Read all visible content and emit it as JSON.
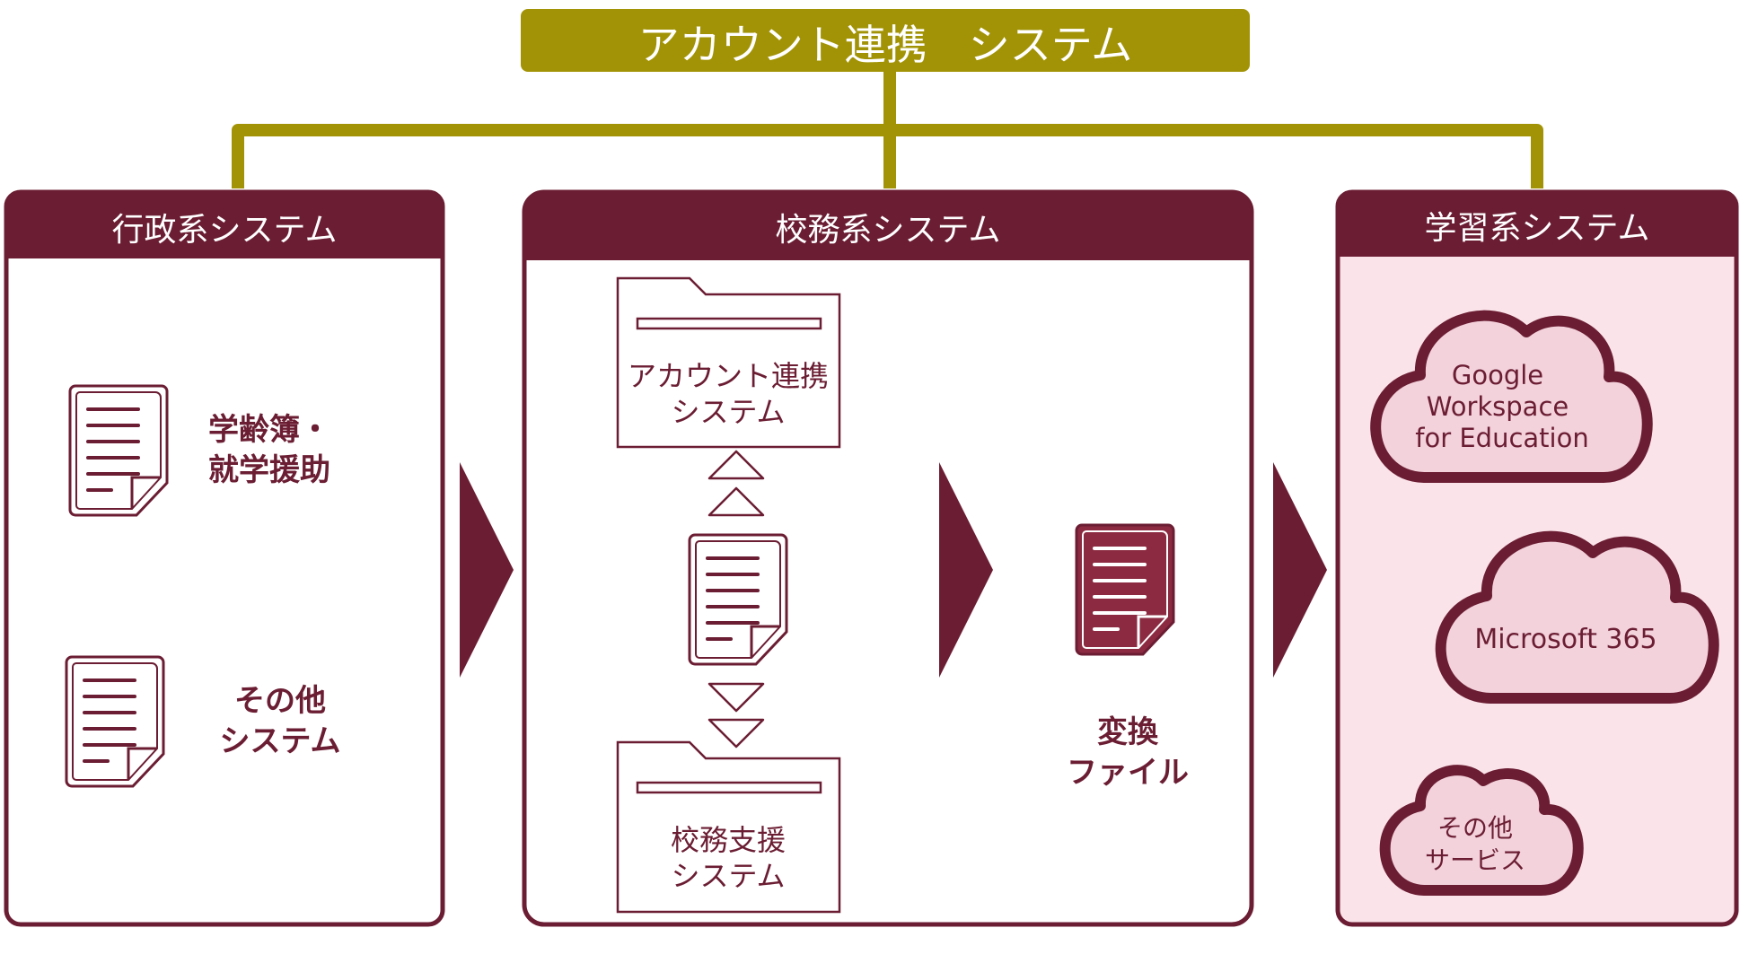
{
  "colors": {
    "olive": "#A29306",
    "maroon": "#6B1D33",
    "file_fill": "#8B2A40",
    "pink_panel": "#FBE3EA",
    "cloud_fill": "#F3D2DC",
    "white": "#FFFFFF"
  },
  "top_banner": {
    "title": "アカウント連携　システム"
  },
  "panels": {
    "admin": {
      "title": "行政系システム"
    },
    "school": {
      "title": "校務系システム"
    },
    "learning": {
      "title": "学習系システム"
    }
  },
  "admin_items": {
    "item1": {
      "line1": "学齢簿・",
      "line2": "就学援助"
    },
    "item2": {
      "line1": "その他",
      "line2": "システム"
    }
  },
  "school_items": {
    "folder_top": {
      "line1": "アカウント連携",
      "line2": "システム"
    },
    "folder_bottom": {
      "line1": "校務支援",
      "line2": "システム"
    },
    "converted_file": {
      "line1": "変換",
      "line2": "ファイル"
    }
  },
  "clouds": {
    "google": {
      "line1": "Google",
      "line2": "Workspace",
      "line3": "for Education"
    },
    "microsoft": {
      "line1": "Microsoft 365"
    },
    "other": {
      "line1": "その他",
      "line2": "サービス"
    }
  },
  "icons": {
    "document": "document-icon",
    "folder": "folder-icon",
    "cloud": "cloud-icon",
    "flow_arrow": "chevron-right-arrow",
    "sync_arrow": "triangle-arrow"
  }
}
